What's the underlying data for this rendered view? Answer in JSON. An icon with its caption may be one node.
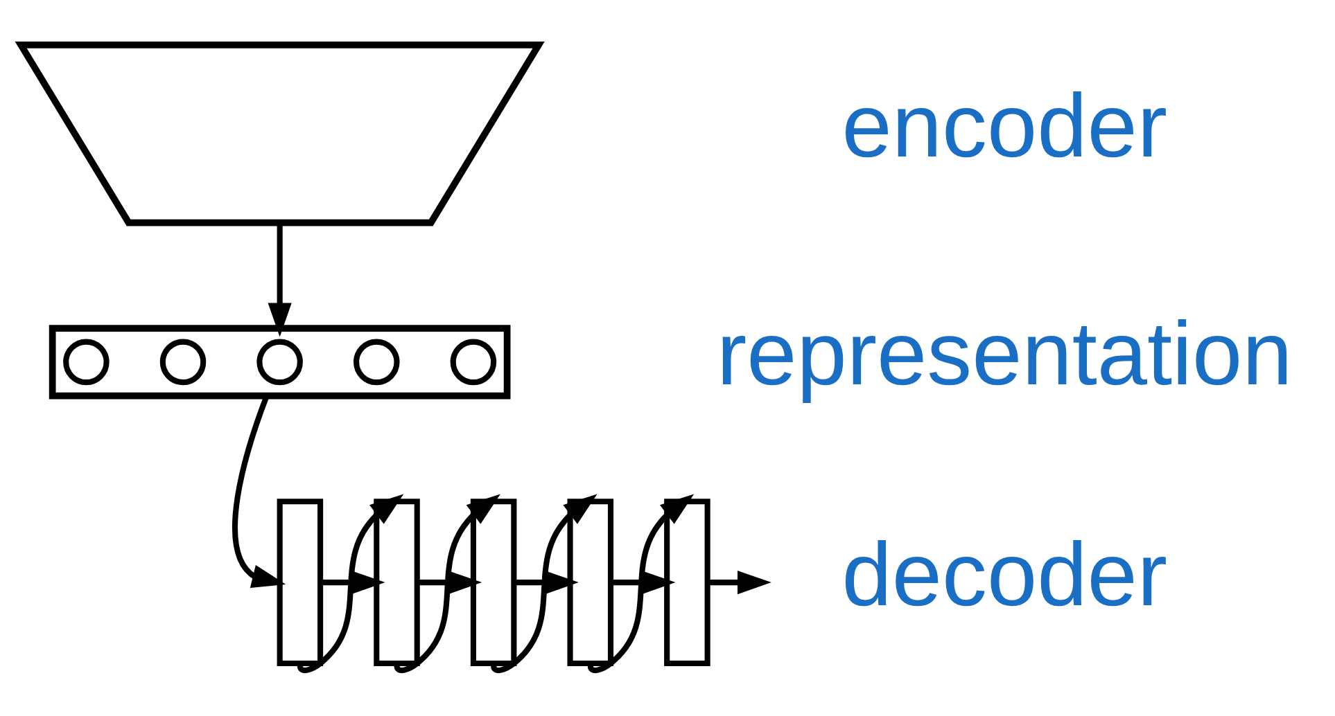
{
  "diagram": {
    "nodes": [
      {
        "text": [],
        "shape": "trapezoid"
      },
      {
        "text": [],
        "shape": "box"
      },
      {
        "text": [],
        "shape": "circle",
        "in": 1
      },
      {
        "text": [],
        "shape": "circle",
        "in": 1
      },
      {
        "text": [],
        "shape": "circle",
        "in": 1
      },
      {
        "text": [],
        "shape": "circle",
        "in": 1
      },
      {
        "text": [],
        "shape": "circle",
        "in": 1
      },
      {
        "text": [],
        "shape": "bar"
      },
      {
        "text": [],
        "shape": "bar"
      },
      {
        "text": [],
        "shape": "bar"
      },
      {
        "text": [],
        "shape": "bar"
      },
      {
        "text": [],
        "shape": "bar"
      }
    ],
    "edges": [
      {
        "from": 0,
        "to": 1,
        "arrow": "to"
      },
      {
        "from": 1,
        "to": 7,
        "arrow": "to"
      },
      {
        "from": 7,
        "to": 8,
        "arrow": "to"
      },
      {
        "from": 7,
        "to": 8,
        "arrow": "to"
      },
      {
        "from": 8,
        "to": 9,
        "arrow": "to"
      },
      {
        "from": 8,
        "to": 9,
        "arrow": "to"
      },
      {
        "from": 9,
        "to": 10,
        "arrow": "to"
      },
      {
        "from": 9,
        "to": 10,
        "arrow": "to"
      },
      {
        "from": 10,
        "to": 11,
        "arrow": "to"
      },
      {
        "from": 10,
        "to": 11,
        "arrow": "to"
      },
      {
        "from": 11,
        "to": null,
        "arrow": "to"
      }
    ],
    "labels": [
      "encoder",
      "representation",
      "decoder"
    ]
  }
}
